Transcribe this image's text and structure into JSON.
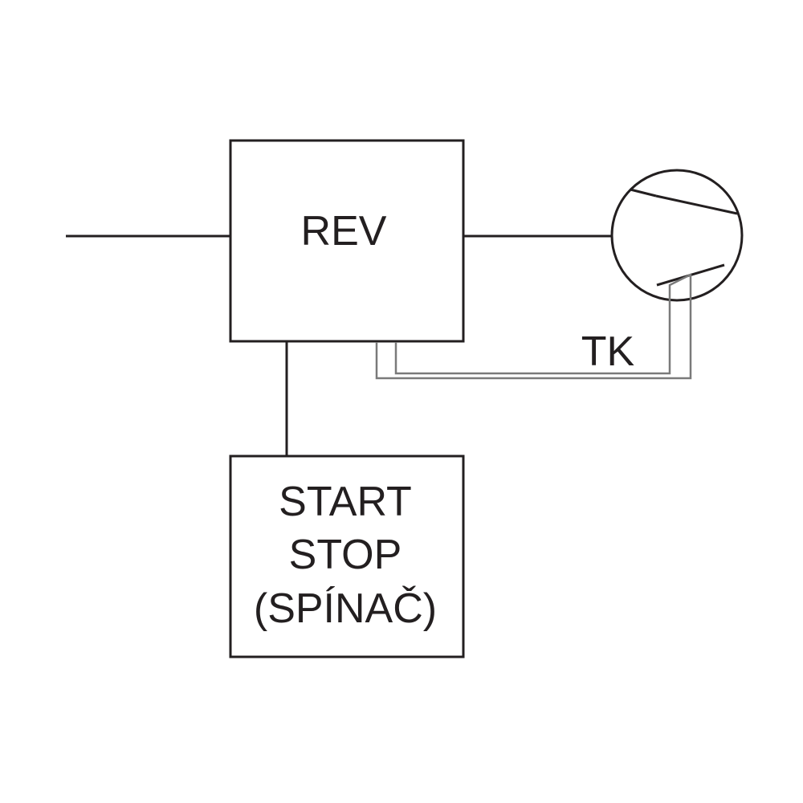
{
  "diagram": {
    "rev_label": "REV",
    "switch_lines": [
      "START",
      "STOP",
      "(SPÍNAČ)"
    ],
    "tk_label": "TK"
  },
  "colors": {
    "line": "#231f20",
    "capillary": "#7a7a7a",
    "background": "#ffffff"
  }
}
